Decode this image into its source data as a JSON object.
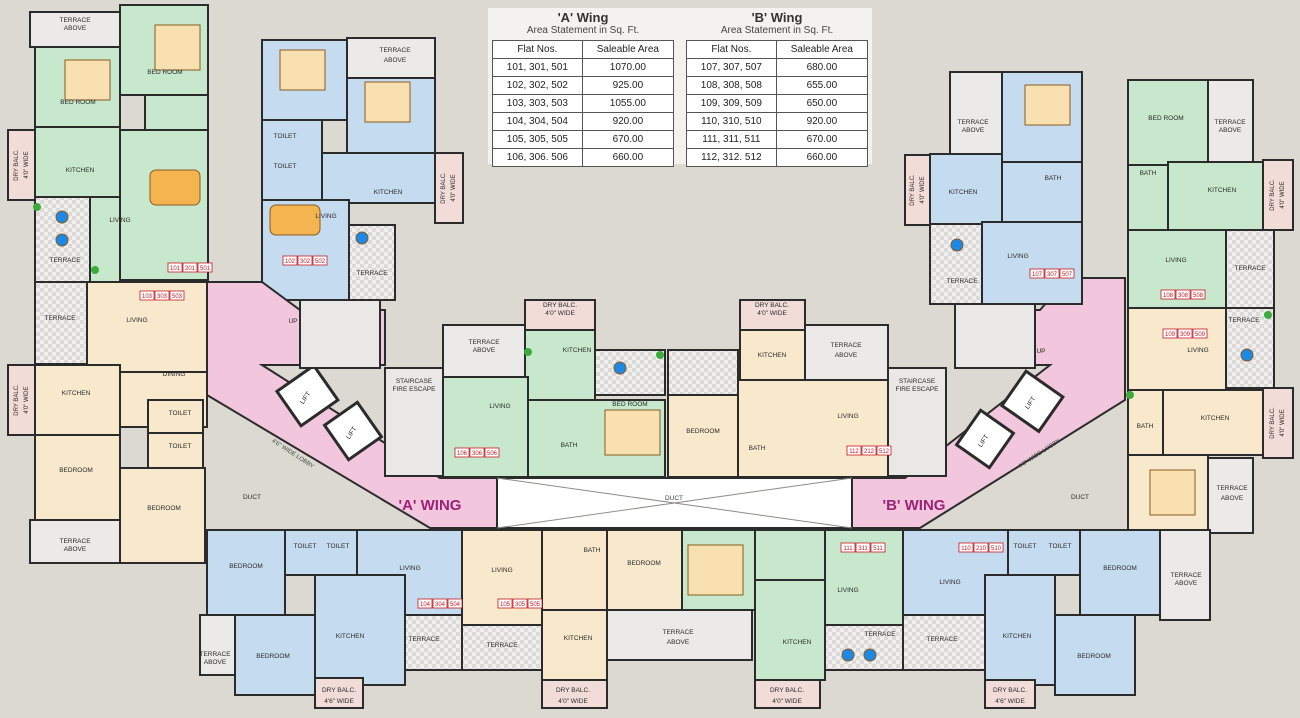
{
  "wings": {
    "a": {
      "title": "'A' Wing",
      "subtitle": "Area Statement in Sq. Ft.",
      "columns": [
        "Flat Nos.",
        "Saleable Area"
      ],
      "rows": [
        [
          "101, 301, 501",
          "1070.00"
        ],
        [
          "102, 302, 502",
          "925.00"
        ],
        [
          "103, 303, 503",
          "1055.00"
        ],
        [
          "104, 304, 504",
          "920.00"
        ],
        [
          "105, 305, 505",
          "670.00"
        ],
        [
          "106, 306. 506",
          "660.00"
        ]
      ]
    },
    "b": {
      "title": "'B' Wing",
      "subtitle": "Area Statement in Sq. Ft.",
      "columns": [
        "Flat Nos.",
        "Saleable Area"
      ],
      "rows": [
        [
          "107, 307, 507",
          "680.00"
        ],
        [
          "108, 308, 508",
          "655.00"
        ],
        [
          "109, 309, 509",
          "650.00"
        ],
        [
          "110, 310, 510",
          "920.00"
        ],
        [
          "111, 311, 511",
          "670.00"
        ],
        [
          "112, 312. 512",
          "660.00"
        ]
      ]
    }
  },
  "labels": {
    "wing_a": "'A' WING",
    "wing_b": "'B' WING",
    "duct": "DUCT",
    "lift": "LIFT",
    "up": "UP",
    "staircase1": "STAIRCASE",
    "staircase2": "FIRE ESCAPE",
    "terrace": "TERRACE",
    "above": "ABOVE",
    "lobby_a": "4'6\" WIDE LOBBY",
    "lobby_b": "4'6\" WIDE LOBBY",
    "living": "LIVING",
    "kitchen": "KITCHEN",
    "bedroom": "BEDROOM",
    "bed_room": "BED ROOM",
    "dining": "DINING",
    "toilet": "TOILET",
    "bath": "BATH",
    "dry_balc": "DRY BALC.",
    "wide4": "4'0\" WIDE",
    "wide46": "4'6\" WIDE"
  },
  "flats": [
    "101",
    "201",
    "501",
    "102",
    "302",
    "502",
    "103",
    "303",
    "503",
    "104",
    "304",
    "504",
    "105",
    "305",
    "505",
    "106",
    "306",
    "506",
    "107",
    "307",
    "507",
    "108",
    "308",
    "508",
    "109",
    "309",
    "509",
    "110",
    "210",
    "510",
    "111",
    "311",
    "511",
    "112",
    "212",
    "512"
  ],
  "colors": {
    "a_flat": "#c5dcf0",
    "b_flat": "#c7e8cc",
    "c_flat": "#f8e8cc",
    "lobby": "#f2c6dc",
    "terrace": "#ebeae8",
    "wall": "#2b2b2b",
    "flat_tag": "#c8171f"
  }
}
